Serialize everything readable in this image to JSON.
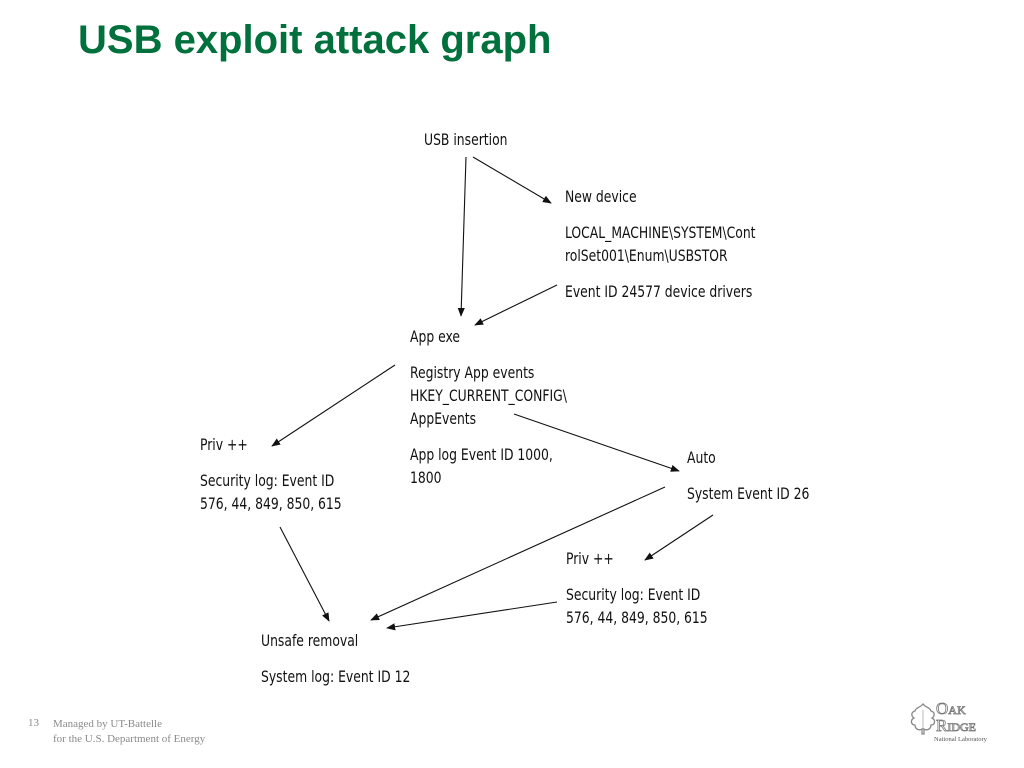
{
  "title": "USB exploit attack graph",
  "nodes": {
    "usb_insertion": {
      "lines": [
        "USB insertion"
      ]
    },
    "new_device": {
      "label": "New device",
      "detail": [
        "LOCAL_MACHINE\\SYSTEM\\Cont",
        "rolSet001\\Enum\\USBSTOR"
      ],
      "event": [
        "Event ID 24577 device drivers"
      ]
    },
    "app_exe": {
      "label": "App exe",
      "detail": [
        "Registry App events",
        "HKEY_CURRENT_CONFIG\\",
        "AppEvents"
      ],
      "event": [
        "App log Event ID 1000,",
        "1800"
      ]
    },
    "priv_left": {
      "label": "Priv ++",
      "detail": [
        "Security log: Event ID",
        "576, 44, 849,  850, 615"
      ]
    },
    "auto": {
      "label": "Auto",
      "detail": [
        "System Event ID 26"
      ]
    },
    "priv_right": {
      "label": "Priv ++",
      "detail": [
        "Security log: Event ID",
        "576, 44, 849,  850, 615"
      ]
    },
    "unsafe_removal": {
      "label": "Unsafe removal",
      "detail": [
        "System log: Event ID 12"
      ]
    }
  },
  "footer": {
    "page_number": "13",
    "managed_by": "Managed by UT-Battelle",
    "for_doe": "for the U.S. Department of Energy"
  },
  "logo": {
    "line1": "Oak",
    "line2": "Ridge",
    "line3": "National Laboratory"
  },
  "colors": {
    "title": "#00703c",
    "text": "#111111",
    "footer": "#8a8a8a"
  }
}
